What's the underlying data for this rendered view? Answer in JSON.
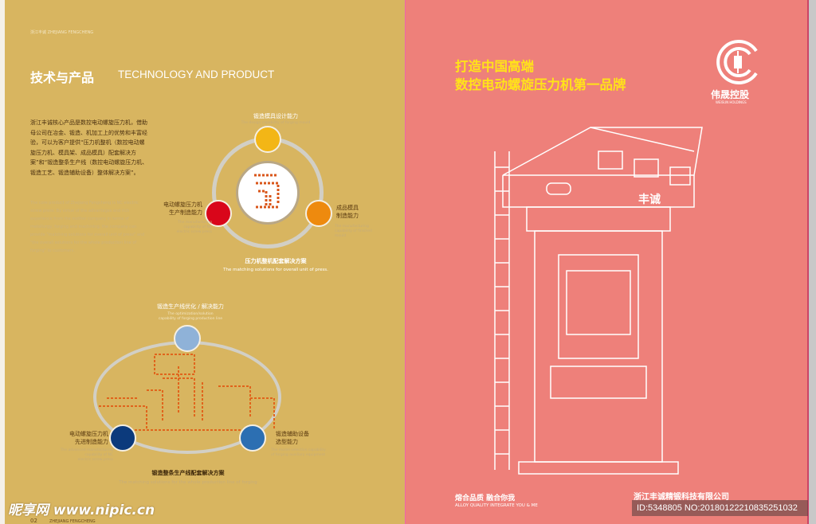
{
  "left_page": {
    "header": "浙江丰诚   ZHEJIANG FENGCHENG",
    "title_cn": "技术与产品",
    "title_en": "TECHNOLOGY AND PRODUCT",
    "paragraph_cn": "浙江丰诚核心产品是数控电动螺旋压力机，借助母公司在冶金、锻造、机加工上的优势和丰富经验，可以为客户提供“压力机整机（数控电动螺旋压力机、模具架、成品模具）配套解决方案”和“锻造整条生产线（数控电动螺旋压力机、锻造工艺、锻造辅助设备）整体解决方案”。",
    "paragraph_en": "The core product of Zhejiang Fengcheng is NC electric screw press. By virtue of the advantages and rich experience from the mother company in terms of metallurgy, forging and machining, the company can provide \"matching solutions for overall unit of press\" and \"the overall solutions for the whole production line of forging\" to customers.",
    "diagram1": {
      "top_cn": "锻造模具设计能力",
      "top_en": "The design capability of forging mould",
      "left_cn": "电动螺旋压力机\n生产制造能力",
      "left_en": "The manufacturing\ncapability of NC\nelectric screw press",
      "right_cn": "成品模具\n制造能力",
      "right_en": "The manufacturing\ncapability of finished\nmould",
      "caption_cn": "压力机整机配套解决方案",
      "caption_en": "The matching solutions for overall unit of press.",
      "colors": {
        "top": "#f3b616",
        "left": "#d9061a",
        "right": "#ee8a0e"
      }
    },
    "diagram2": {
      "top_cn": "锻造生产线优化 / 解决能力",
      "top_en": "The optimization/solution\ncapability of forging production line",
      "left_cn": "电动螺旋压力机\n先进制造能力",
      "left_en": "The advanced manufacturing\ncapability of NC\nelectric screw press",
      "right_cn": "锻造辅助设备\n选型能力",
      "right_en": "The model selection capability\nof forging auxiliary equipment",
      "caption_cn": "锻造整条生产线配套解决方案",
      "caption_en": "The matching solutions for the whole production line of forging",
      "colors": {
        "top": "#8fb2d8",
        "left": "#0c3a7c",
        "right": "#2c6fb2"
      }
    },
    "watermark": "昵享网 www.nipic.cn",
    "page_number": "02",
    "footer": "ZHEJIANG FENGCHENG"
  },
  "right_page": {
    "headline_1": "打造中国高端",
    "headline_2": "数控电动螺旋压力机第一品牌",
    "logo_cn": "伟晟控股",
    "logo_en": "WEISUN HOLDINGS",
    "machine_plate": "丰诚",
    "slogan_cn": "熔合品质   融合你我",
    "slogan_en": "ALLOY QUALITY    INTEGRATE YOU & ME",
    "company": "浙江丰诚精锻科技有限公司",
    "id_overlay": "ID:5348805 NO:20180122210835251032"
  }
}
